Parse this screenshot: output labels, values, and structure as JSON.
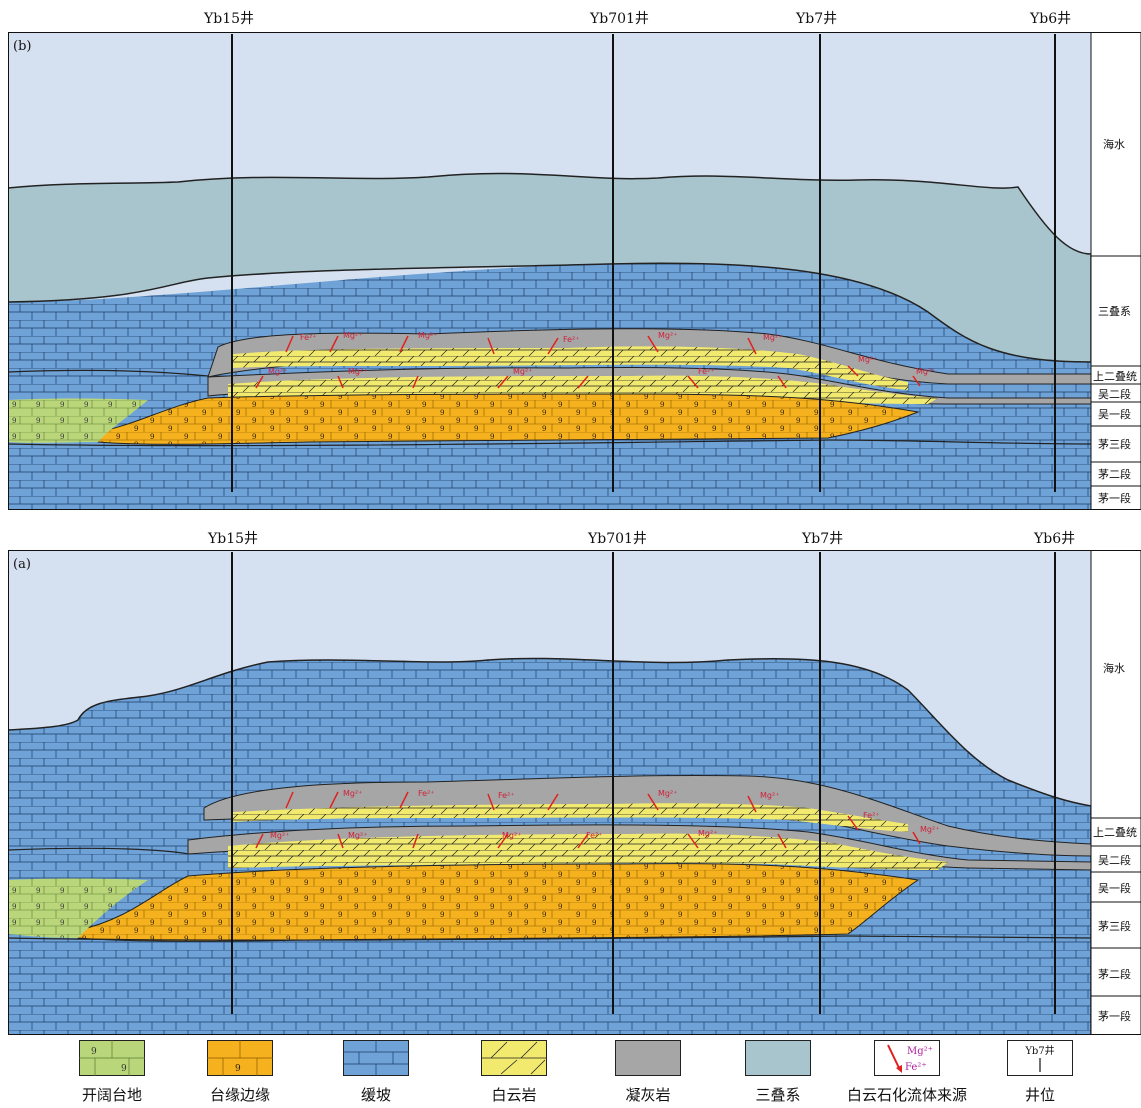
{
  "wells": [
    "Yb15井",
    "Yb701井",
    "Yb7井",
    "Yb6井"
  ],
  "panels": [
    {
      "tag": "(b)",
      "zones": [
        "海水",
        "三叠系",
        "上二叠统",
        "吴二段",
        "吴一段",
        "茅三段",
        "茅二段",
        "茅一段"
      ]
    },
    {
      "tag": "(a)",
      "zones": [
        "海水",
        "上二叠统",
        "吴二段",
        "吴一段",
        "茅三段",
        "茅二段",
        "茅一段"
      ]
    }
  ],
  "ions": {
    "mg": "Mg²⁺",
    "fe": "Fe²⁺"
  },
  "legend": [
    {
      "label": "开阔台地",
      "color": "#b9d77a",
      "icon": "open-platform-pattern"
    },
    {
      "label": "台缘边缘",
      "color": "#f5b21e",
      "icon": "platform-margin-pattern"
    },
    {
      "label": "缓坡",
      "color": "#6fa3d8",
      "icon": "ramp-brick-pattern"
    },
    {
      "label": "白云岩",
      "color": "#f2ea6e",
      "icon": "dolomite-pattern"
    },
    {
      "label": "凝灰岩",
      "color": "#a6a6a6",
      "icon": "tuff-pattern"
    },
    {
      "label": "三叠系",
      "color": "#a8c4cc",
      "icon": "triassic-pattern"
    },
    {
      "label": "白云石化流体来源",
      "color": "#ffffff",
      "icon": "fluid-arrow-icon"
    },
    {
      "label": "井位",
      "color": "#ffffff",
      "icon": "well-marker-icon"
    }
  ],
  "legend_well_sample": "Yb7井",
  "colors": {
    "seawater": "#d5e1f1",
    "ramp": "#6fa3d8",
    "triassic": "#a8c4cc",
    "tuff": "#a6a6a6",
    "dolomite": "#f2ea6e",
    "margin": "#f5b21e",
    "open_platform": "#b9d77a",
    "arrow": "#e0201e"
  }
}
